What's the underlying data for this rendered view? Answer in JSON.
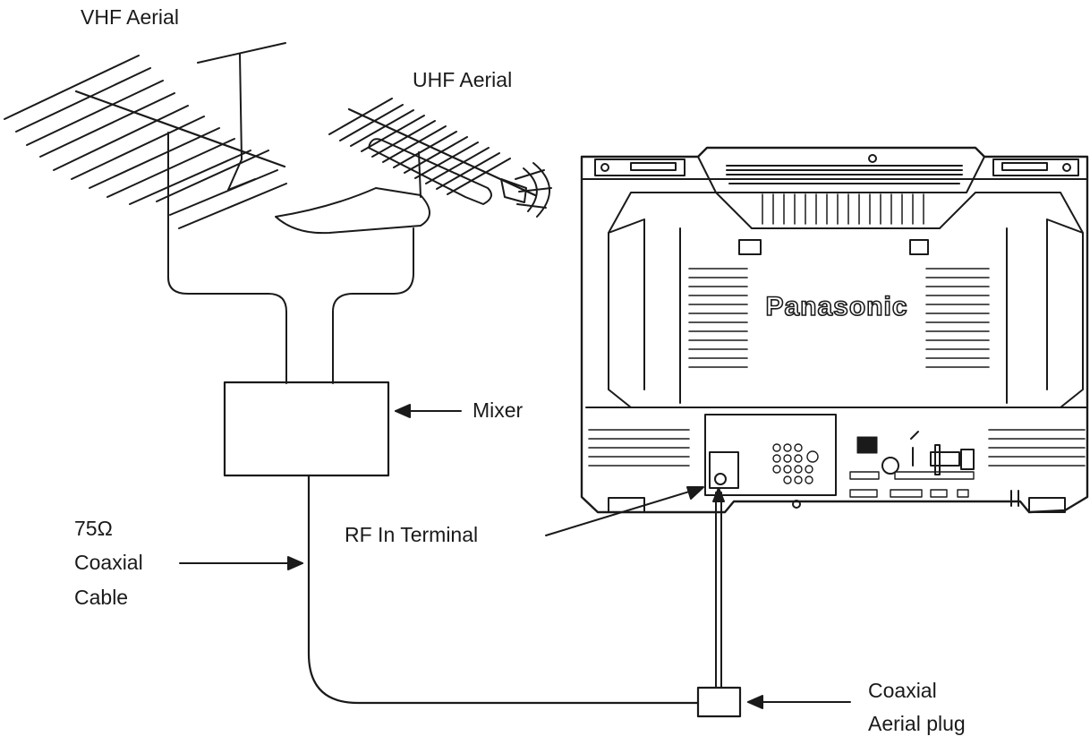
{
  "labels": {
    "vhf_aerial": "VHF Aerial",
    "uhf_aerial": "UHF Aerial",
    "mixer": "Mixer",
    "rf_in_terminal": "RF In Terminal",
    "coaxial_cable_line1": "75Ω",
    "coaxial_cable_line2": "Coaxial",
    "coaxial_cable_line3": "Cable",
    "aerial_plug_line1": "Coaxial",
    "aerial_plug_line2": "Aerial plug"
  },
  "tv": {
    "brand": "Panasonic"
  },
  "colors": {
    "ink": "#1a1a1a",
    "paper": "#ffffff"
  }
}
